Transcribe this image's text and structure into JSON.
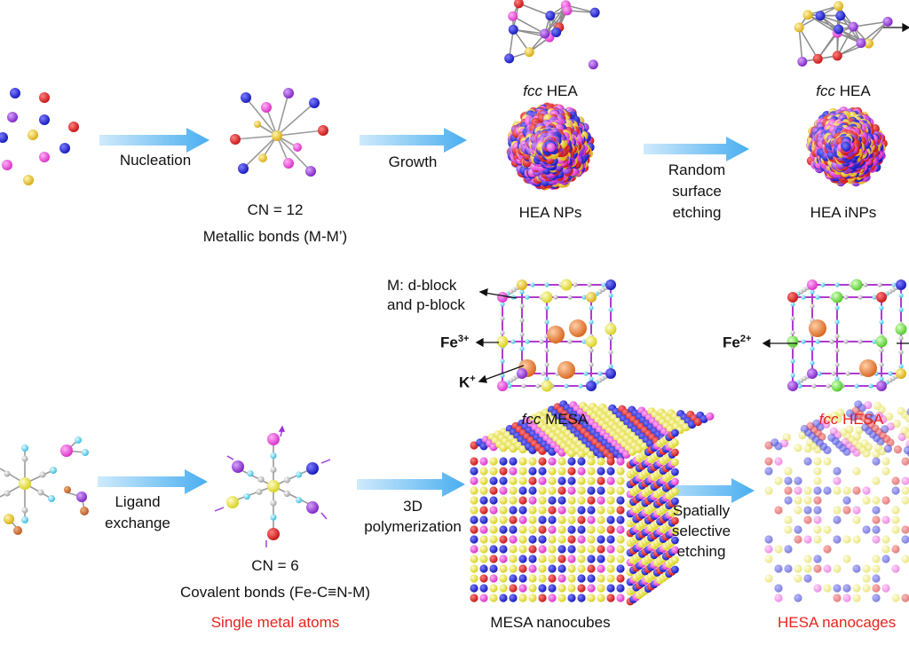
{
  "top": {
    "nucleation": "Nucleation",
    "growth": "Growth",
    "etch1": "Random",
    "etch2": "surface",
    "etch3": "etching",
    "cn12": "CN = 12",
    "metallic": "Metallic bonds (M-M’)",
    "fcc_hea_1_prefix": "fcc",
    "fcc_hea_1_suffix": " HEA",
    "fcc_hea_2_prefix": "fcc",
    "fcc_hea_2_suffix": " HEA",
    "hea_nps": "HEA NPs",
    "hea_inps": "HEA iNPs"
  },
  "middle": {
    "m_label_1": "M: d-block",
    "m_label_2": "and p-block",
    "fe3": "Fe",
    "fe3_sup": "3+",
    "k": "K",
    "k_sup": "+",
    "fe2": "Fe",
    "fe2_sup": "2+",
    "fcc_mesa_prefix": "fcc",
    "fcc_mesa_suffix": " MESA",
    "fcc_hesa_prefix": "fcc",
    "fcc_hesa_suffix": " HESA"
  },
  "bottom": {
    "ligand1": "Ligand",
    "ligand2": "exchange",
    "poly1": "3D",
    "poly2": "polymerization",
    "spat1": "Spatially",
    "spat2": "selective",
    "spat3": "etching",
    "cn6": "CN = 6",
    "covalent": "Covalent bonds (Fe-C≡N-M)",
    "single": "Single metal atoms",
    "mesa_nanocubes": "MESA nanocubes",
    "hesa_nanocages": "HESA nanocages"
  },
  "colors": {
    "arrow": "#49aef0",
    "red_text": "#e8231d",
    "gold": "#e2b719",
    "blue": "#1a1ed6",
    "red": "#e01b1b",
    "magenta": "#ee44dd",
    "purple": "#9a32d8",
    "yellow": "#e9e32f",
    "cyan": "#5bd2f0",
    "green": "#6be040",
    "orange": "#ef7a2c",
    "grey": "#b8b8b8"
  }
}
